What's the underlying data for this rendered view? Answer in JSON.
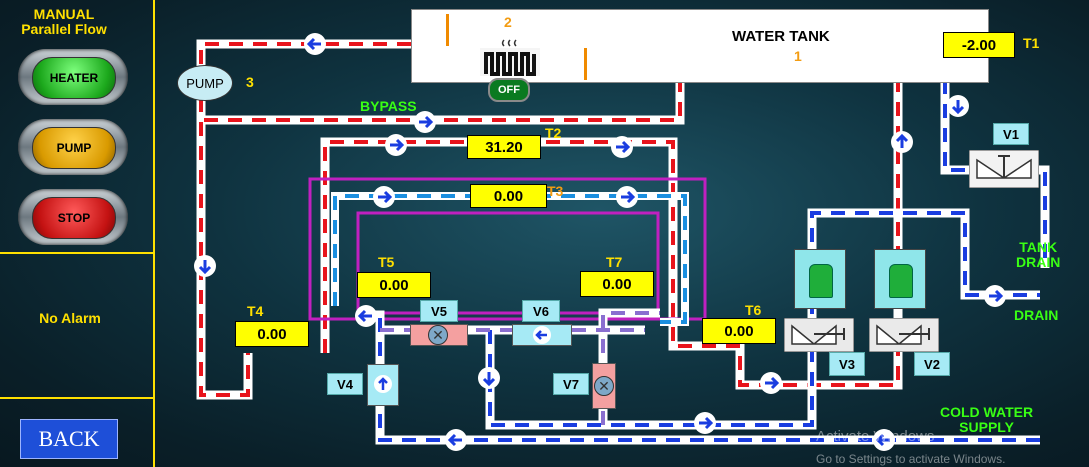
{
  "panel": {
    "mode_line1": "MANUAL",
    "mode_line2": "Parallel Flow",
    "heater_label": "HEATER",
    "pump_label": "PUMP",
    "stop_label": "STOP",
    "alarm_text": "No Alarm",
    "back_label": "BACK"
  },
  "tank": {
    "title": "WATER TANK",
    "number": "1",
    "heater_number": "2",
    "heater_state": "OFF"
  },
  "pump": {
    "label": "PUMP",
    "number": "3"
  },
  "labels": {
    "bypass": "BYPASS",
    "tank_drain_line1": "TANK",
    "tank_drain_line2": "DRAIN",
    "drain": "DRAIN",
    "cold_water_line1": "COLD WATER",
    "cold_water_line2": "SUPPLY"
  },
  "sensors": {
    "T1": {
      "tag": "T1",
      "value": "-2.00"
    },
    "T2": {
      "tag": "T2",
      "value": "31.20"
    },
    "T3": {
      "tag": "T3",
      "value": "0.00"
    },
    "T4": {
      "tag": "T4",
      "value": "0.00"
    },
    "T5": {
      "tag": "T5",
      "value": "0.00"
    },
    "T6": {
      "tag": "T6",
      "value": "0.00"
    },
    "T7": {
      "tag": "T7",
      "value": "0.00"
    }
  },
  "valves": {
    "V1": "V1",
    "V2": "V2",
    "V3": "V3",
    "V4": "V4",
    "V5": "V5",
    "V6": "V6",
    "V7": "V7"
  },
  "watermark": {
    "line1": "Activate Windows",
    "line2": "Go to Settings to activate Windows."
  },
  "colors": {
    "hot_line": "#e8141c",
    "cold_line": "#1a3de0",
    "panel_border": "#ffe000",
    "display_bg": "#ffff00",
    "status_green": "#39ff14"
  }
}
